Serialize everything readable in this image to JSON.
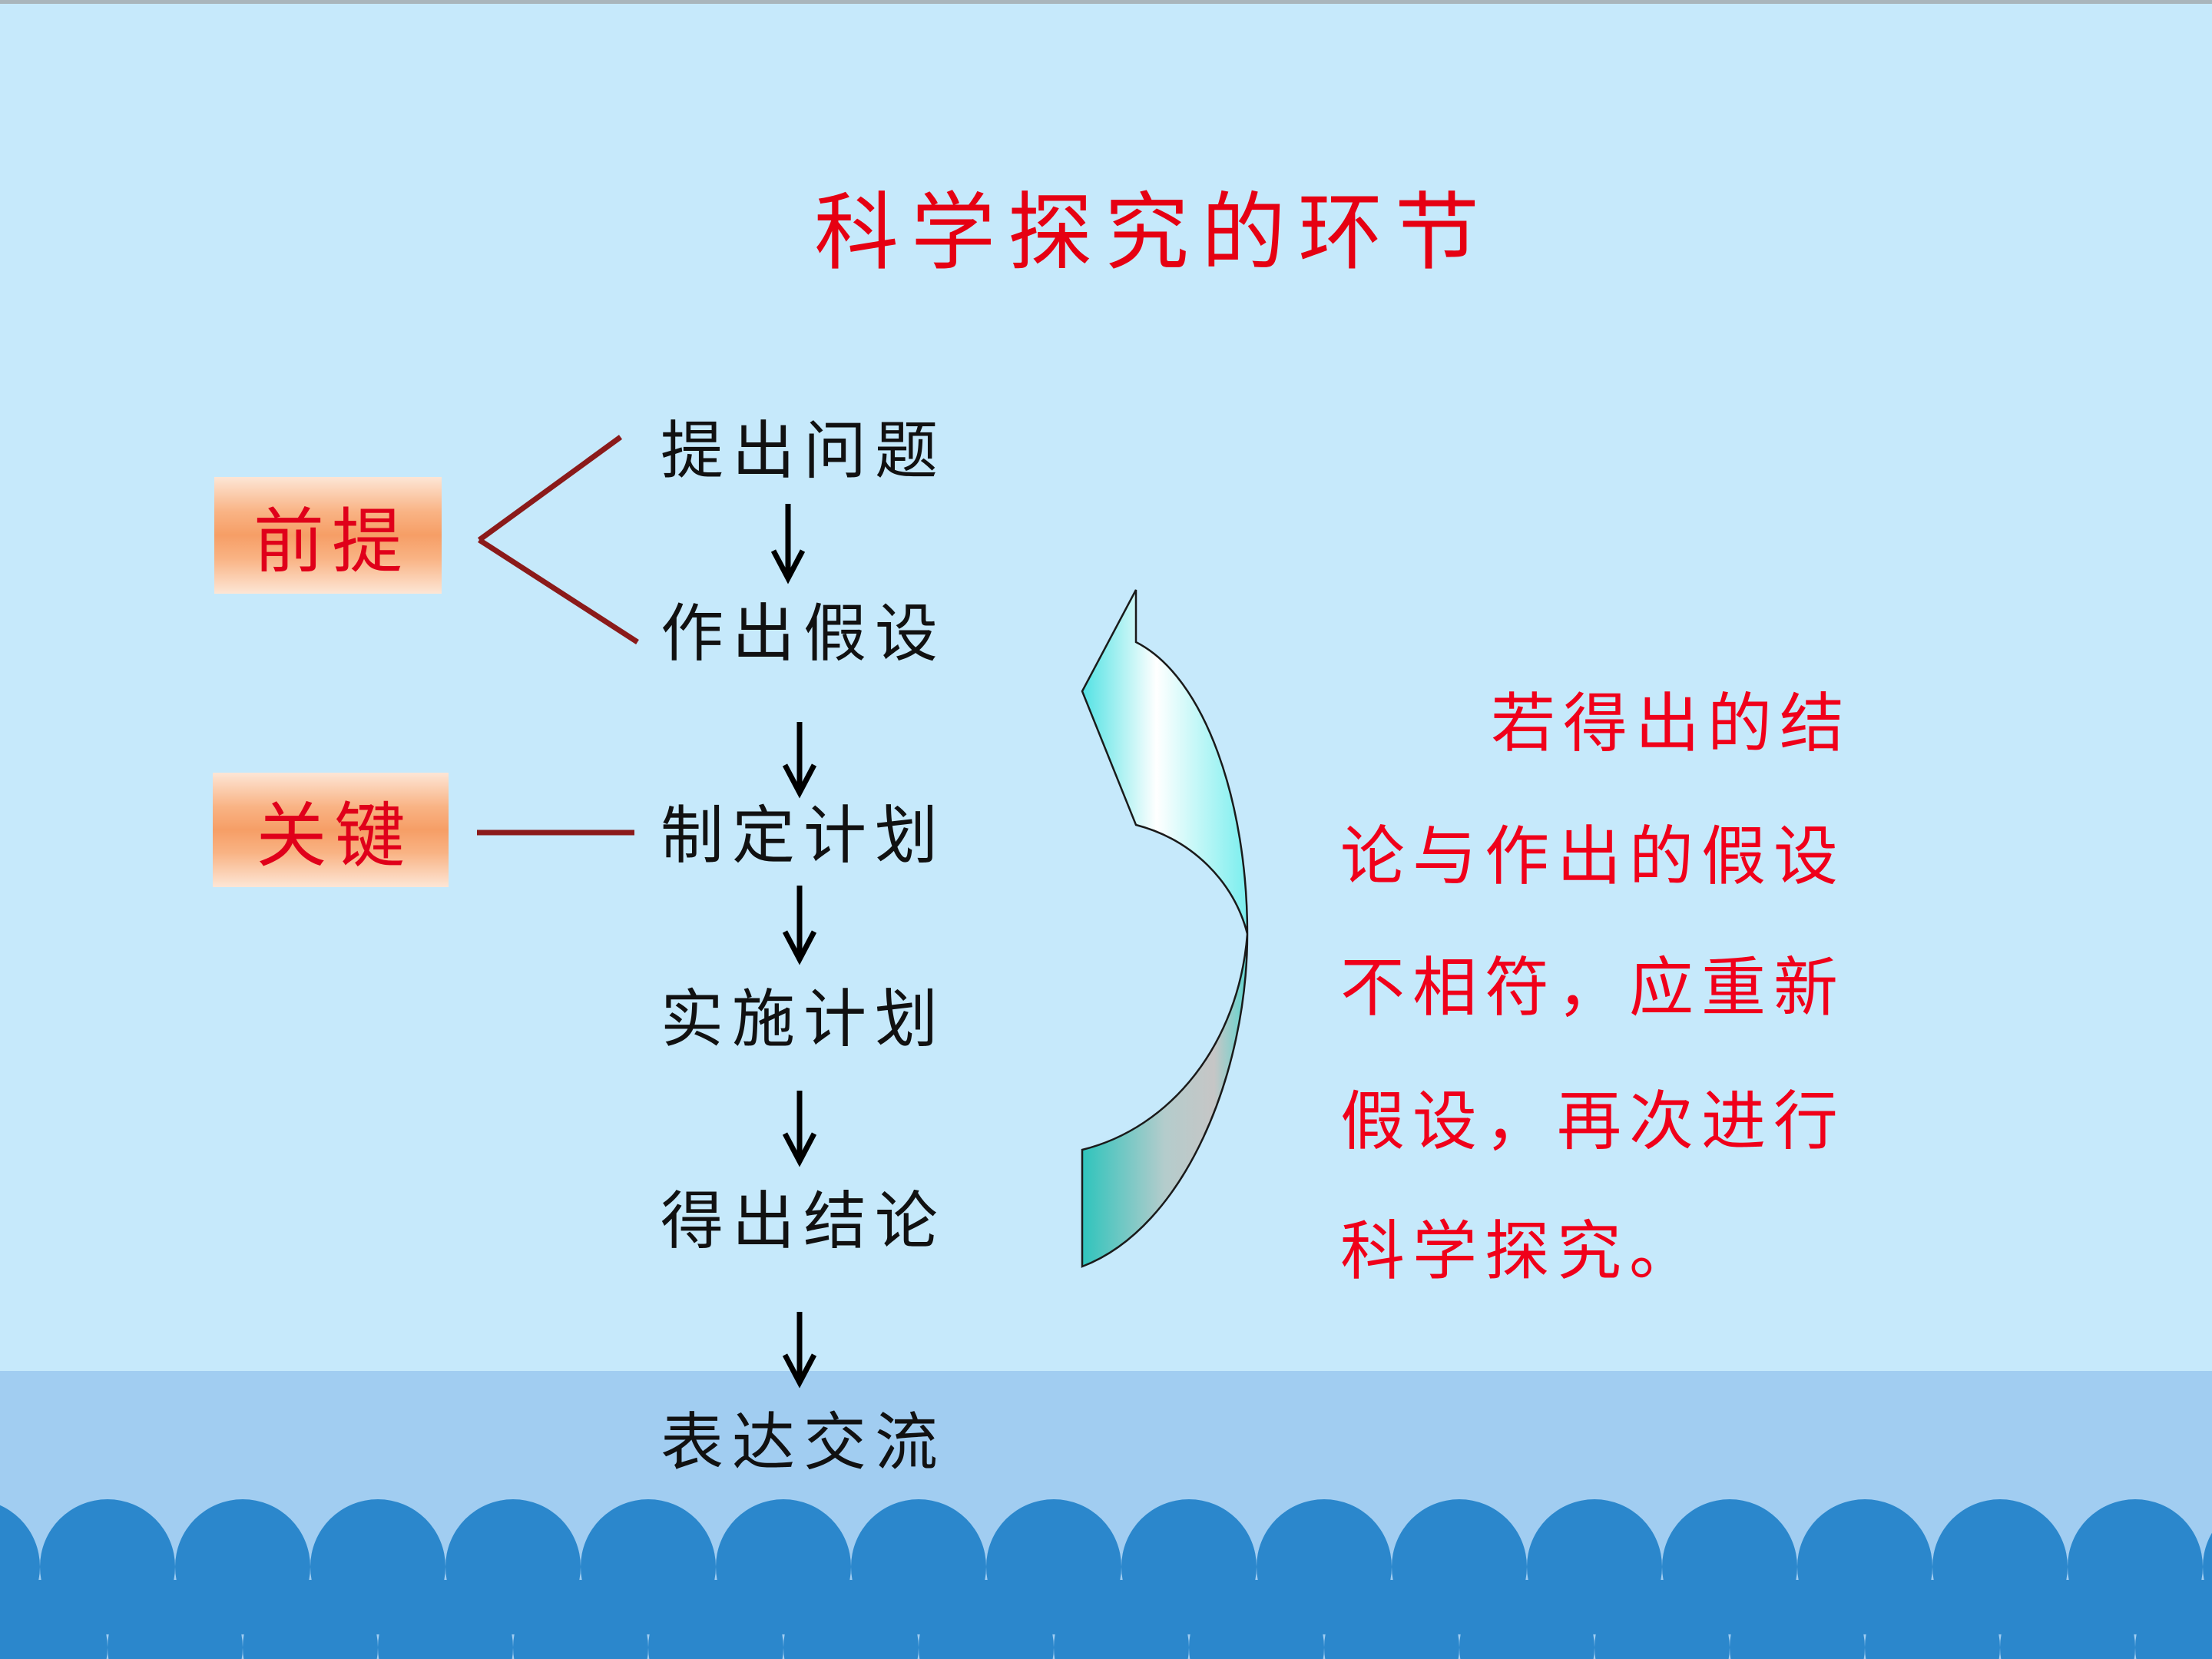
{
  "title": "科学探究的环节",
  "steps": [
    "提出问题",
    "作出假设",
    "制定计划",
    "实施计划",
    "得出结论",
    "表达交流"
  ],
  "labels": {
    "premise": "前提",
    "key": "关键"
  },
  "note_lines": [
    "若得出的结",
    "论与作出的假设",
    "不相符，应重新",
    "假设，再次进行",
    "科学探究。"
  ],
  "colors": {
    "background": "#c6e9fb",
    "band": "#a1cdf1",
    "wave": "#2b87cc",
    "title": "#e60012",
    "note": "#f0001a",
    "label_text": "#e0001a",
    "connector": "#8b1a1a"
  }
}
